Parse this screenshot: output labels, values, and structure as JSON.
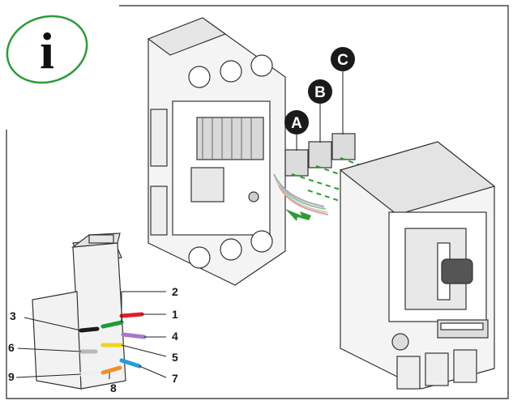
{
  "info_mark": {
    "letter": "i",
    "ring_color": "#2e9a3a"
  },
  "badges": [
    {
      "letter": "A"
    },
    {
      "letter": "B"
    },
    {
      "letter": "C"
    }
  ],
  "wire_numbers": [
    "1",
    "2",
    "3",
    "4",
    "5",
    "6",
    "7",
    "8",
    "9"
  ],
  "wire_colors": {
    "1": "#e0202a",
    "2": "#1f9a3c",
    "3": "#1a1a1a",
    "4": "#a878c8",
    "5": "#f2d21a",
    "6": "#b8b8b8",
    "7": "#2a9ad8",
    "8": "#f0902a",
    "9": "#eeeeee"
  },
  "arrow_color": "#2e9a3a",
  "dashed_line_color": "#2e9a3a"
}
